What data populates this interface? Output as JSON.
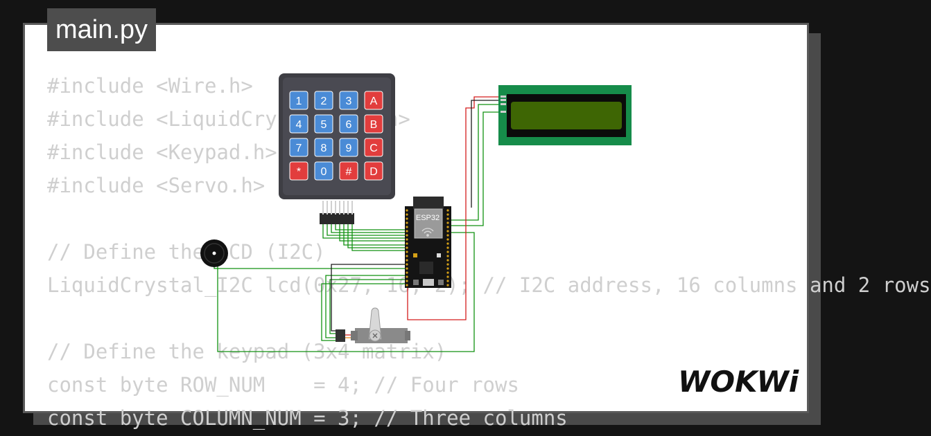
{
  "file_tab": {
    "name": "main.py"
  },
  "code_lines": [
    "#include <Wire.h>",
    "#include <LiquidCrystal_I2C.h>",
    "#include <Keypad.h>",
    "#include <Servo.h>",
    "",
    "// Define the LCD (I2C)",
    "LiquidCrystal_I2C lcd(0x27, 16, 2); // I2C address, 16 columns and 2 rows",
    "",
    "// Define the keypad (3x4 matrix)",
    "const byte ROW_NUM    = 4; // Four rows",
    "const byte COLUMN_NUM = 3; // Three columns"
  ],
  "keypad": {
    "keys": [
      "1",
      "2",
      "3",
      "A",
      "4",
      "5",
      "6",
      "B",
      "7",
      "8",
      "9",
      "C",
      "*",
      "0",
      "#",
      "D"
    ]
  },
  "esp32": {
    "label": "ESP32"
  },
  "brand": {
    "logo_text": "WOKWi"
  },
  "colors": {
    "background": "#141414",
    "card": "#ffffff",
    "tab": "#4d4d4d",
    "code_text": "#cfcfcf",
    "key_blue": "#4a8bd6",
    "key_red": "#e23d3d",
    "lcd_pcb": "#168c4a",
    "lcd_screen": "#3e6604",
    "wire_green": "#119111",
    "wire_red": "#d41c1c"
  }
}
